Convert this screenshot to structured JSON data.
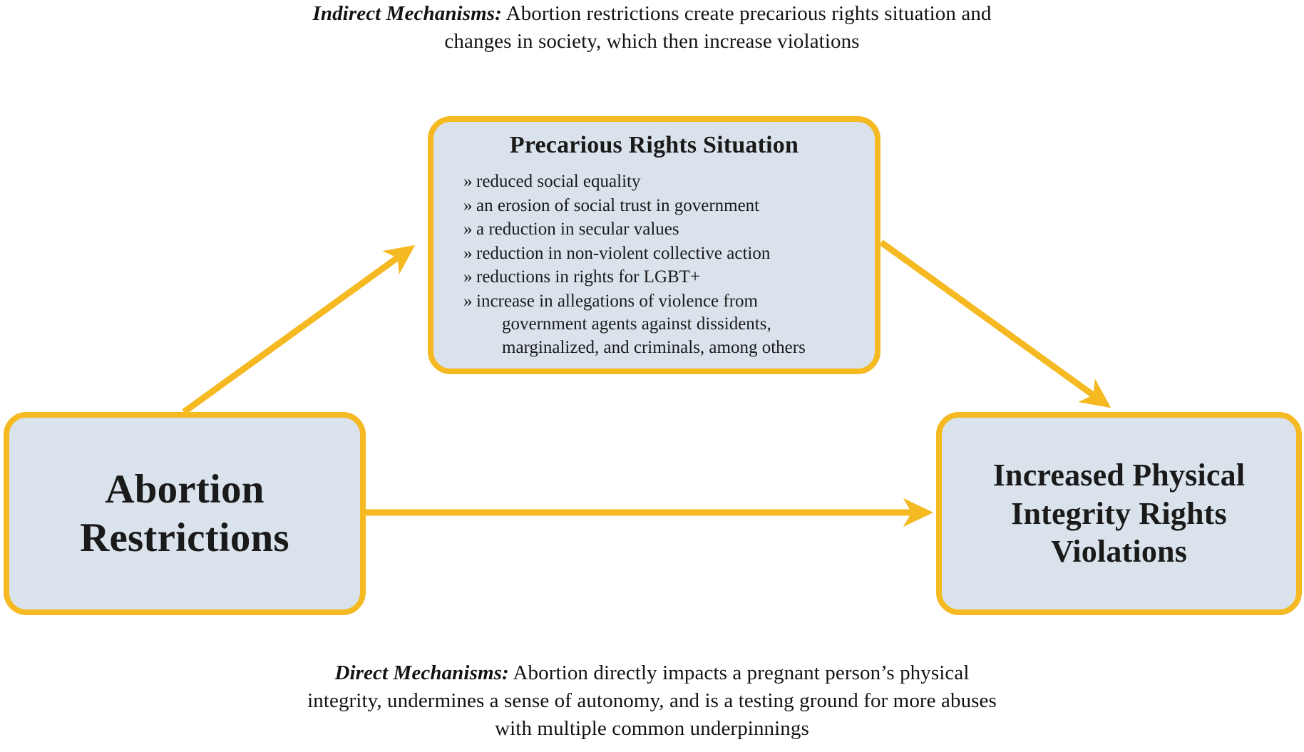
{
  "captions": {
    "top": {
      "lead": "Indirect Mechanisms:",
      "text": " Abortion restrictions create precarious rights situation and changes in society, which then increase violations"
    },
    "bottom": {
      "lead": "Direct Mechanisms:",
      "text": " Abortion directly impacts a pregnant person’s physical integrity, undermines a sense of autonomy, and is a testing ground for more abuses with multiple common underpinnings"
    }
  },
  "nodes": {
    "source": {
      "title": "Abortion Restrictions"
    },
    "mediator": {
      "title": "Precarious Rights Situation",
      "bullet_glyph": "»",
      "items": [
        "reduced social equality",
        "an erosion of social trust in government",
        "a reduction in secular values",
        "reduction in non-violent collective action",
        "reductions in rights for LGBT+"
      ],
      "last_item": {
        "line1": "increase in allegations of violence from",
        "line2": "government agents against dissidents,",
        "line3": "marginalized, and criminals, among others"
      }
    },
    "outcome": {
      "title": "Increased Physical Integrity Rights Violations"
    }
  },
  "arrows": {
    "source_to_mediator": "arrow-up-right",
    "mediator_to_outcome": "arrow-down-right",
    "source_to_outcome": "arrow-right"
  },
  "colors": {
    "accent": "#f5b921",
    "node_fill": "#dae3ec",
    "text": "#131313",
    "background": "#ffffff"
  }
}
